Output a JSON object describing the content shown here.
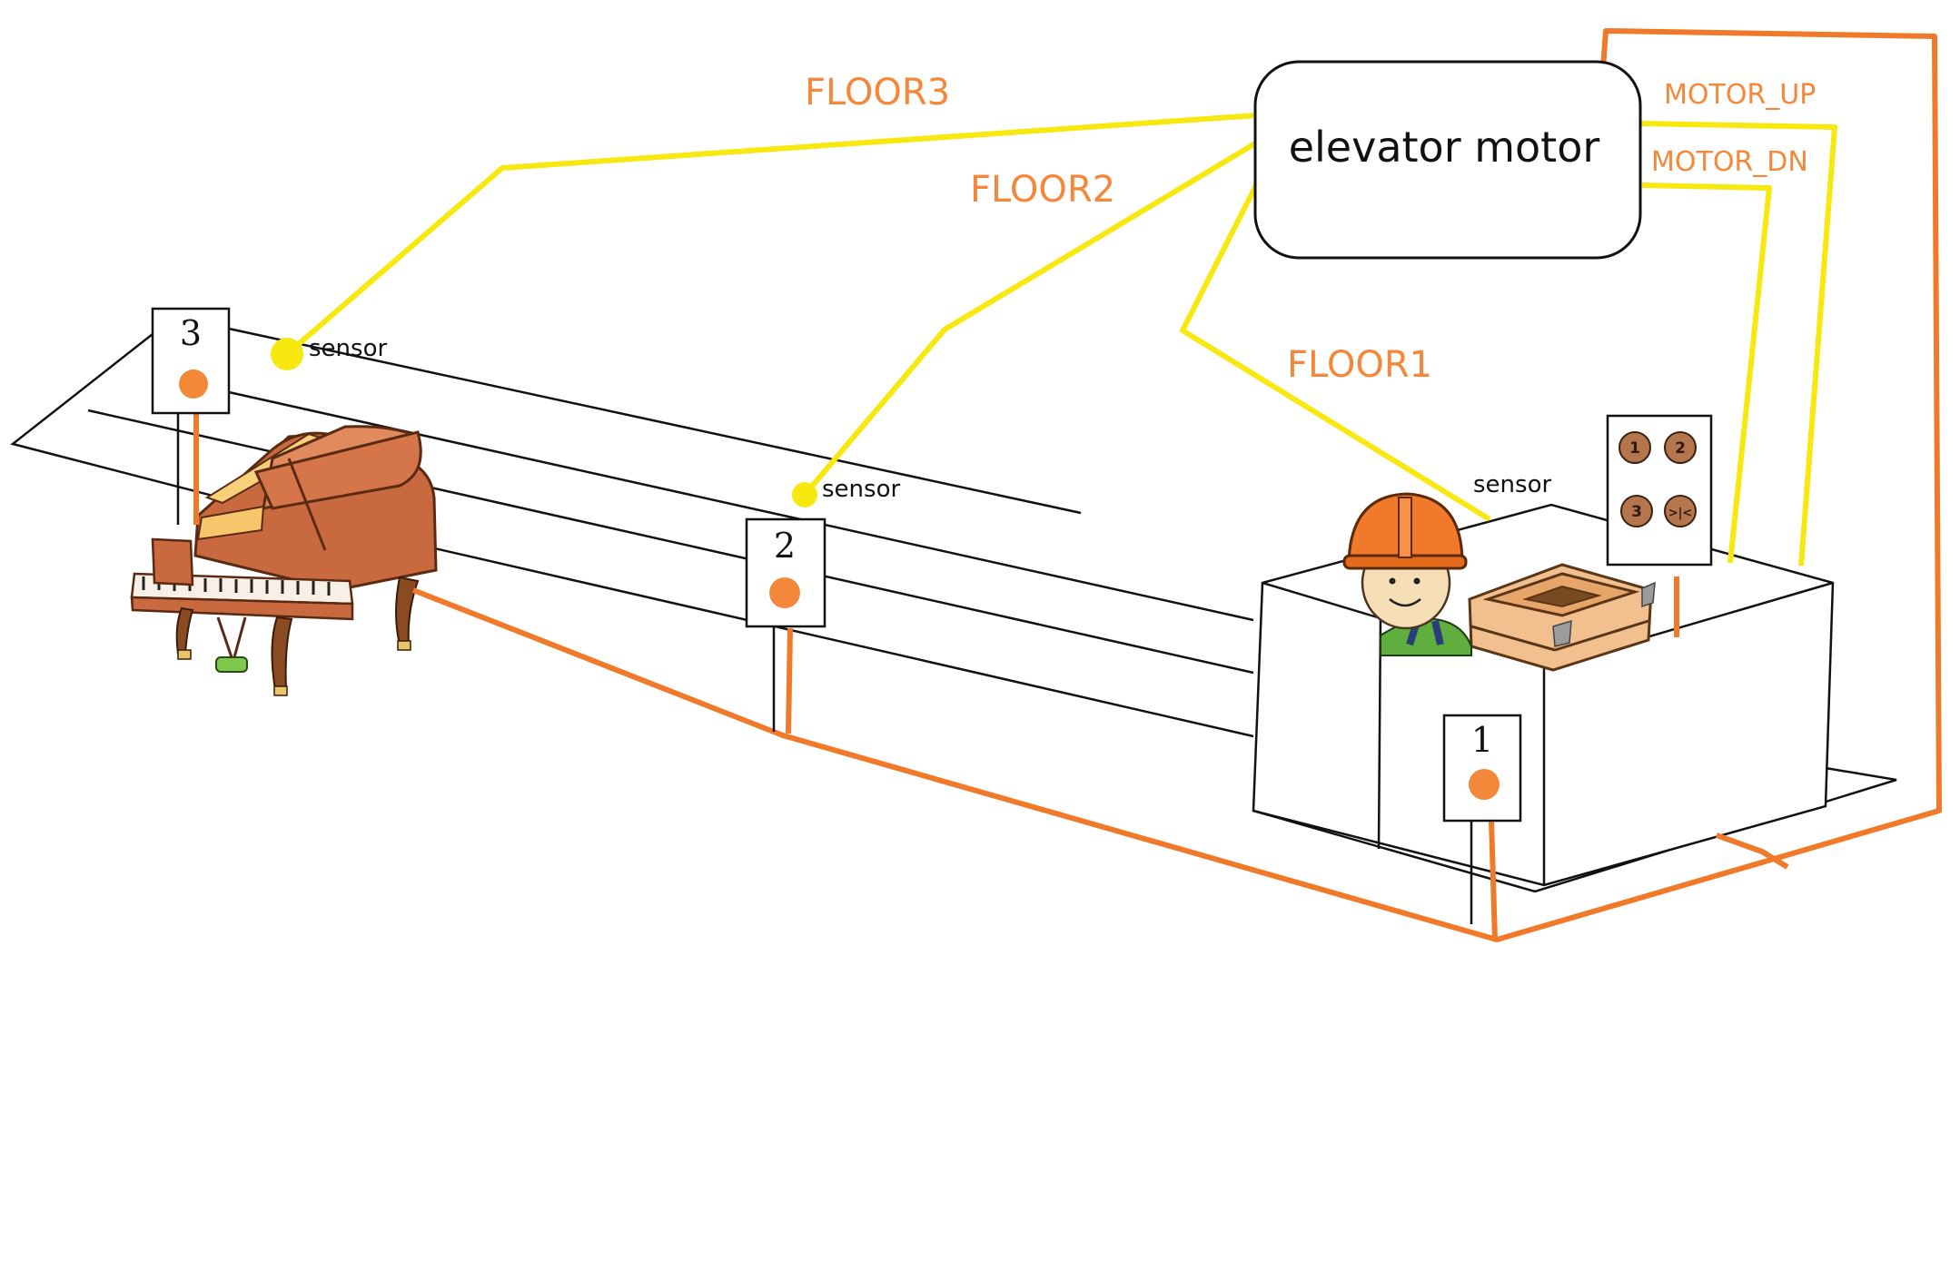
{
  "colors": {
    "signal_wire": "#f7e80f",
    "power_wire": "#f07a2a",
    "indicator": "#f4883a",
    "button": "#b5764d"
  },
  "motor": {
    "label": "elevator motor"
  },
  "wires": {
    "floor3": "FLOOR3",
    "floor2": "FLOOR2",
    "floor1": "FLOOR1",
    "motor_up": "MOTOR_UP",
    "motor_dn": "MOTOR_DN"
  },
  "sensors": {
    "floor3": "sensor",
    "floor2": "sensor",
    "floor1": "sensor"
  },
  "floor_signs": {
    "floor3": "3",
    "floor2": "2",
    "floor1": "1"
  },
  "control_panel": {
    "buttons": [
      "1",
      "2",
      "3",
      ">|<"
    ]
  },
  "icons": [
    "grand-piano-icon",
    "worker-icon",
    "crate-icon"
  ]
}
